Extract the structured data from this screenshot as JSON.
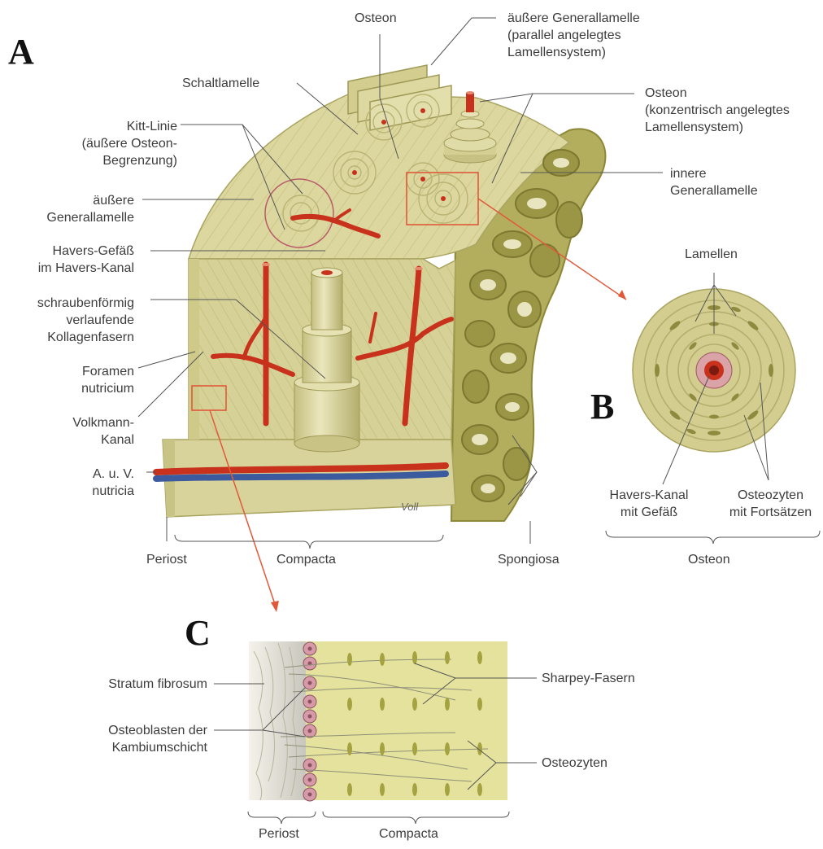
{
  "panels": {
    "a": "A",
    "b": "B",
    "c": "C"
  },
  "labels_a": {
    "osteon_top": "Osteon",
    "aeussere_gl_top": [
      "äußere Generallamelle",
      "(parallel angelegtes",
      "Lamellensystem)"
    ],
    "schaltlamelle": "Schaltlamelle",
    "osteon_konz": [
      "Osteon",
      "(konzentrisch angelegtes",
      "Lamellensystem)"
    ],
    "kitt_linie": [
      "Kitt-Linie",
      "(äußere Osteon-",
      "Begrenzung)"
    ],
    "innere_gl": [
      "innere",
      "Generallamelle"
    ],
    "aeussere_gl": [
      "äußere",
      "Generallamelle"
    ],
    "havers_gefaess": [
      "Havers-Gefäß",
      "im Havers-Kanal"
    ],
    "kollagen": [
      "schraubenförmig",
      "verlaufende",
      "Kollagenfasern"
    ],
    "foramen": [
      "Foramen",
      "nutricium"
    ],
    "volkmann": [
      "Volkmann-",
      "Kanal"
    ],
    "auv": [
      "A. u. V.",
      "nutricia"
    ],
    "periost": "Periost",
    "compacta": "Compacta",
    "spongiosa": "Spongiosa",
    "signature": "Voll"
  },
  "labels_b": {
    "lamellen": "Lamellen",
    "havers_kanal": [
      "Havers-Kanal",
      "mit Gefäß"
    ],
    "osteozyten": [
      "Osteozyten",
      "mit Fortsätzen"
    ],
    "osteon": "Osteon"
  },
  "labels_c": {
    "stratum": "Stratum fibrosum",
    "osteoblasten": [
      "Osteoblasten der",
      "Kambiumschicht"
    ],
    "sharpey": "Sharpey-Fasern",
    "osteozyten": "Osteozyten",
    "periost": "Periost",
    "compacta": "Compacta"
  },
  "colors": {
    "bone": "#d9d49a",
    "bone_dark": "#b9b46e",
    "bone_light": "#ece8bd",
    "spongiosa": "#a9a552",
    "artery": "#c8321c",
    "vein": "#3c5a9e",
    "highlight_box": "#e05a3a",
    "leader": "#555555"
  }
}
